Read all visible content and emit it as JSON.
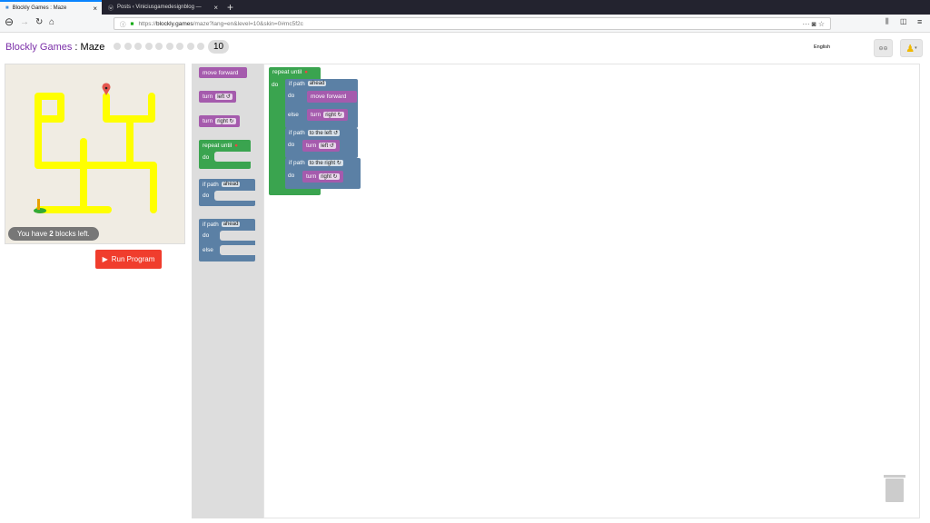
{
  "browser": {
    "tabs": [
      {
        "title": "Blockly Games : Maze",
        "active": true
      },
      {
        "title": "Posts ‹ Viniciusgamedesignblog —",
        "active": false
      }
    ],
    "url_prefix": "https://",
    "url_domain": "blockly.games",
    "url_path": "/maze?lang=en&level=10&skin=0#mc5f2c"
  },
  "header": {
    "brand": "Blockly Games",
    "separator": " : ",
    "game": "Maze",
    "level": "10",
    "levels_total_dots": 9
  },
  "language": "English",
  "maze": {
    "blocks_left_prefix": "You have ",
    "blocks_left": "2",
    "blocks_left_suffix": " blocks left.",
    "path_color": "#ffff00"
  },
  "run_button": "Run Program",
  "toolbox": {
    "move_forward": "move forward",
    "turn": "turn",
    "left": "left ↺",
    "right": "right ↻",
    "repeat_until": "repeat until",
    "do": "do",
    "if_path": "if path",
    "ahead": "ahead",
    "else": "else"
  },
  "program": {
    "repeat_until": "repeat until",
    "do": "do",
    "if_path": "if path",
    "ahead": "ahead",
    "move_forward": "move forward",
    "else": "else",
    "turn": "turn",
    "right": "right ↻",
    "left": "left ↺",
    "to_the_left": "to the left ↺",
    "to_the_right": "to the right ↻"
  },
  "colors": {
    "movement": "#a55bad",
    "loop": "#3aa44f",
    "logic": "#5b80a5",
    "run": "#f03d2d"
  }
}
